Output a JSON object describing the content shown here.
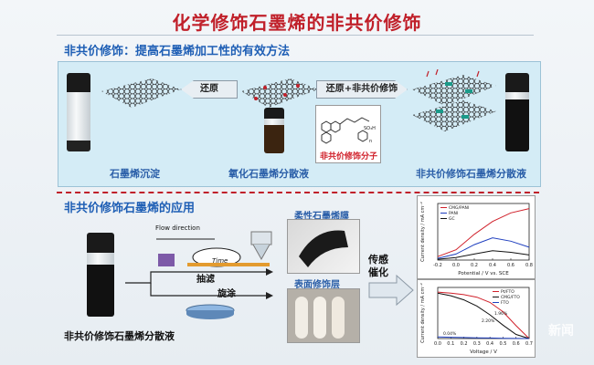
{
  "title": "化学修饰石墨烯的非共价修饰",
  "section1": {
    "heading": "非共价修饰：提高石墨烯加工性的有效方法",
    "arrow_left_label": "还原",
    "arrow_right_label": "还原+非共价修饰",
    "caption_left": "石墨烯沉淀",
    "caption_middle": "氧化石墨烯分散液",
    "caption_right": "非共价修饰石墨烯分散液",
    "molecule_label": "非共价修饰分子"
  },
  "section2": {
    "heading": "非共价修饰石墨烯的应用",
    "caption_vial": "非共价修饰石墨烯分散液",
    "process_filter": "抽滤",
    "process_spin": "旋涂",
    "flow_direction": "Flow direction",
    "time_label": "Time",
    "photo_top_label": "柔性石墨烯膜",
    "photo_bottom_label": "表面修饰层",
    "arrow_label_line1": "传感",
    "arrow_label_line2": "催化"
  },
  "chart_data": [
    {
      "type": "line",
      "title": "",
      "xlabel": "Potential / V vs. SCE",
      "ylabel": "Current density / mA cm⁻²",
      "legend": [
        "CMG/PANI",
        "PANI",
        "GC"
      ],
      "legend_position": "top-left",
      "xticks": [
        "-0.2",
        "0.0",
        "0.2",
        "0.4",
        "0.6",
        "0.8"
      ],
      "xlim": [
        -0.2,
        0.8
      ],
      "series": [
        {
          "name": "CMG/PANI",
          "color": "#d0202a",
          "x": [
            -0.2,
            0.0,
            0.2,
            0.4,
            0.6,
            0.8
          ],
          "y": [
            0.4,
            1.2,
            3.0,
            4.5,
            5.5,
            6.0
          ]
        },
        {
          "name": "PANI",
          "color": "#1f3fbf",
          "x": [
            -0.2,
            0.0,
            0.2,
            0.4,
            0.6,
            0.8
          ],
          "y": [
            0.2,
            0.7,
            1.8,
            2.6,
            2.2,
            1.5
          ]
        },
        {
          "name": "GC",
          "color": "#111111",
          "x": [
            -0.2,
            0.0,
            0.2,
            0.4,
            0.6,
            0.8
          ],
          "y": [
            0.1,
            0.3,
            0.7,
            1.1,
            0.9,
            0.6
          ]
        }
      ]
    },
    {
      "type": "line",
      "title": "",
      "xlabel": "Voltage / V",
      "ylabel": "Current density / mA cm⁻²",
      "legend": [
        "Pt/FTO",
        "CMG/FTO",
        "FTO"
      ],
      "legend_position": "top-right",
      "xticks": [
        "0.0",
        "0.1",
        "0.2",
        "0.3",
        "0.4",
        "0.5",
        "0.6",
        "0.7"
      ],
      "xlim": [
        0.0,
        0.7
      ],
      "annotations": [
        "2.20%",
        "1.96%",
        "0.04%"
      ],
      "series": [
        {
          "name": "Pt/FTO",
          "color": "#d0202a",
          "x": [
            0.0,
            0.1,
            0.2,
            0.3,
            0.4,
            0.5,
            0.6,
            0.7
          ],
          "y": [
            9.0,
            8.8,
            8.5,
            8.0,
            7.0,
            5.2,
            2.5,
            0.0
          ]
        },
        {
          "name": "CMG/FTO",
          "color": "#111111",
          "x": [
            0.0,
            0.1,
            0.2,
            0.3,
            0.4,
            0.5,
            0.6,
            0.7
          ],
          "y": [
            8.8,
            8.3,
            7.5,
            6.3,
            4.6,
            2.6,
            0.8,
            0.0
          ]
        },
        {
          "name": "FTO",
          "color": "#1f3fbf",
          "x": [
            0.0,
            0.1,
            0.2,
            0.3,
            0.4,
            0.5,
            0.6,
            0.7
          ],
          "y": [
            0.3,
            0.25,
            0.2,
            0.15,
            0.1,
            0.05,
            0.02,
            0.0
          ]
        }
      ]
    }
  ],
  "watermark": "新闻"
}
